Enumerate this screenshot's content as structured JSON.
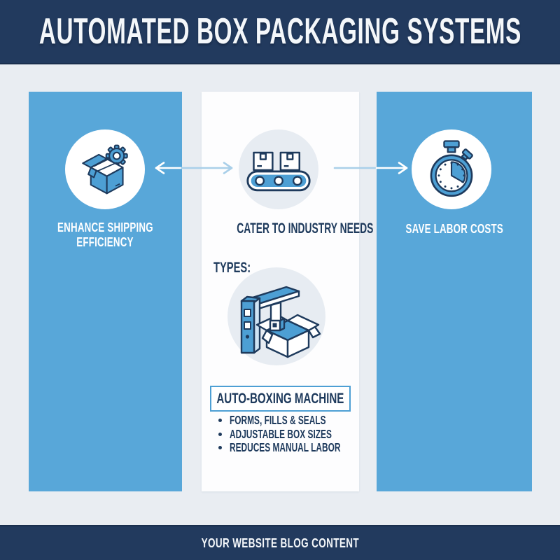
{
  "header": {
    "title": "AUTOMATED BOX PACKAGING SYSTEMS"
  },
  "panels": {
    "left": {
      "icon": "box-gear-icon",
      "label_line1": "ENHANCE SHIPPING",
      "label_line2": "EFFICIENCY"
    },
    "center": {
      "icon_top": "conveyor-belt-icon",
      "label_top": "CATER TO INDUSTRY NEEDS",
      "types_heading": "TYPES:",
      "icon_machine": "auto-boxing-machine-icon",
      "machine_label": "AUTO-BOXING MACHINE",
      "bullets": [
        "FORMS, FILLS & SEALS",
        "ADJUSTABLE BOX SIZES",
        "REDUCES MANUAL LABOR"
      ]
    },
    "right": {
      "icon": "stopwatch-icon",
      "label": "SAVE LABOR COSTS"
    }
  },
  "footer": {
    "text": "YOUR WEBSITE BLOG CONTENT"
  },
  "colors": {
    "navy_bar": "#223a5e",
    "panel_blue": "#58a7d9",
    "icon_blue": "#4d9fd4",
    "outline_navy": "#1e3a5c",
    "background": "#e9edf2",
    "light_circle": "#e7ecf2",
    "arrow_light_blue": "#a9cfe9",
    "arrow_white": "#ffffff",
    "text_navy": "#1e3a5c",
    "text_white": "#ffffff"
  }
}
